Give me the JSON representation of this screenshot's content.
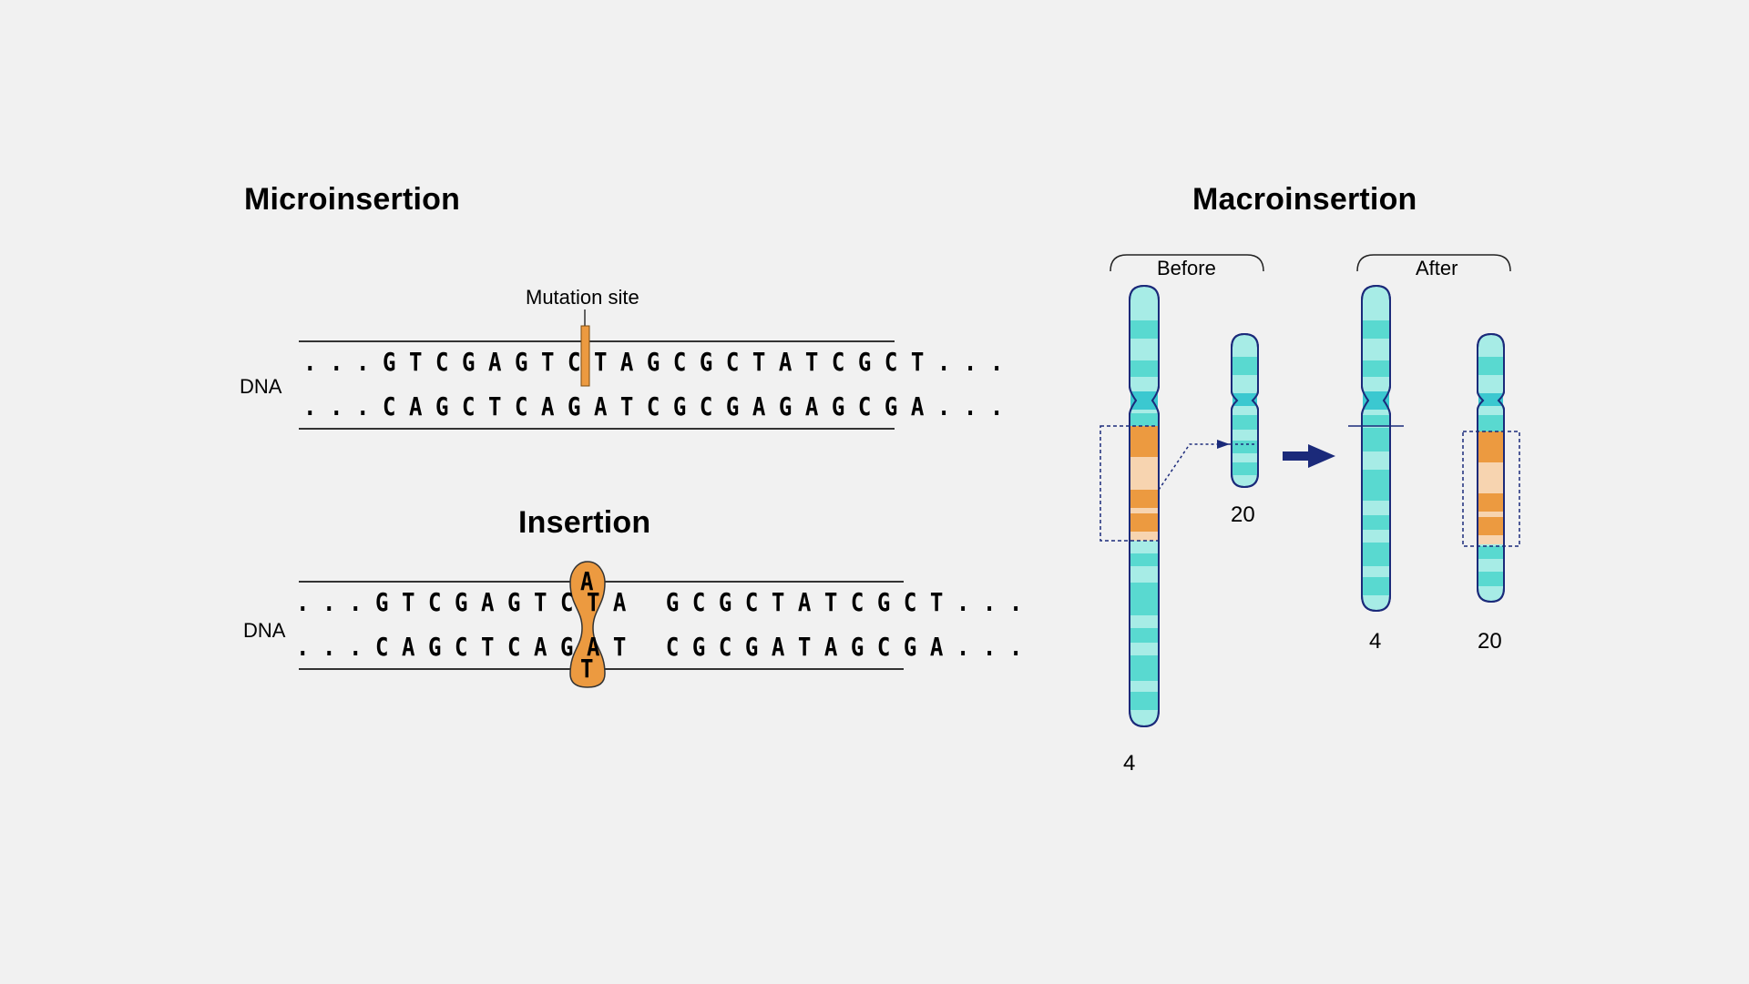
{
  "micro": {
    "title": "Microinsertion",
    "mutation_label": "Mutation site",
    "dna_label": "DNA",
    "top_strand": ". . . G T C G A G T C T A G C G C T A T C G C T . . .",
    "bottom_strand": ". . . C A G C T C A G A T C G C G A G A G C G A . . ."
  },
  "insertion": {
    "title": "Insertion",
    "dna_label": "DNA",
    "top_strand": ". . . G T C G A G T C T A   G C G C T A T C G C T . . .",
    "bottom_strand": ". . . C A G C T C A G A T   C G C G A T A G C G A . . .",
    "inserted_top": "A",
    "inserted_bottom": "T"
  },
  "macro": {
    "title": "Macroinsertion",
    "before_label": "Before",
    "after_label": "After",
    "before_chr4": "4",
    "before_chr20": "20",
    "after_chr4": "4",
    "after_chr20": "20"
  },
  "colors": {
    "band_light": "#a7ece6",
    "band_dark": "#59d9d0",
    "outline": "#1b2a7a",
    "orange": "#ec9a40",
    "peach": "#f7d4b0",
    "background": "#f1f1f1"
  }
}
